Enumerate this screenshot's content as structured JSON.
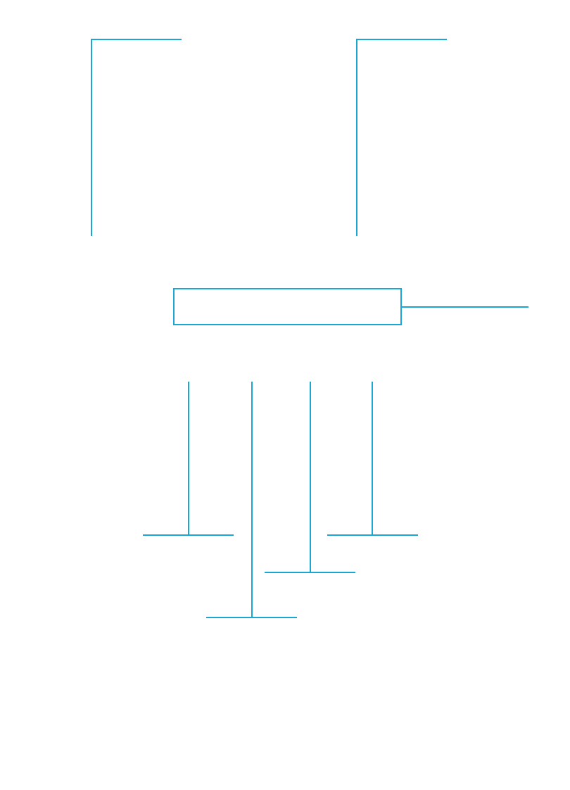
{
  "diagram": {
    "stroke_color": "#1aa7d6",
    "background_color": "#ffffff",
    "elements": [
      "top-left-bracket",
      "top-right-bracket",
      "center-box",
      "center-box-right-line",
      "stem-1-tee",
      "stem-2-tee",
      "stem-3-tee",
      "stem-4-tee"
    ],
    "text_labels": []
  }
}
